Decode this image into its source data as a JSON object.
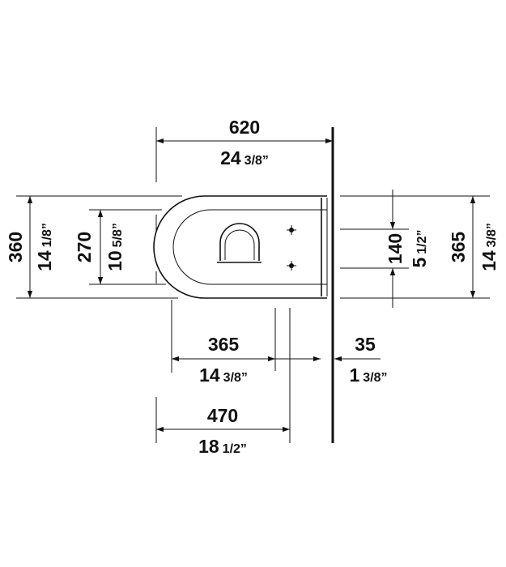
{
  "top_width": {
    "mm": "620",
    "in_whole": "24",
    "in_frac": "3/8”"
  },
  "left_outer": {
    "mm": "360",
    "in_whole": "14",
    "in_frac": "1/8”"
  },
  "left_inner": {
    "mm": "270",
    "in_whole": "10",
    "in_frac": "5/8”"
  },
  "right_inner": {
    "mm": "140",
    "in_whole": "5",
    "in_frac": "1/2”"
  },
  "right_outer": {
    "mm": "365",
    "in_whole": "14",
    "in_frac": "3/8”"
  },
  "mid_length": {
    "mm": "365",
    "in_whole": "14",
    "in_frac": "3/8”"
  },
  "wall_gap": {
    "mm": "35",
    "in_whole": "1",
    "in_frac": "3/8”"
  },
  "bottom_length": {
    "mm": "470",
    "in_whole": "18",
    "in_frac": "1/2”"
  }
}
